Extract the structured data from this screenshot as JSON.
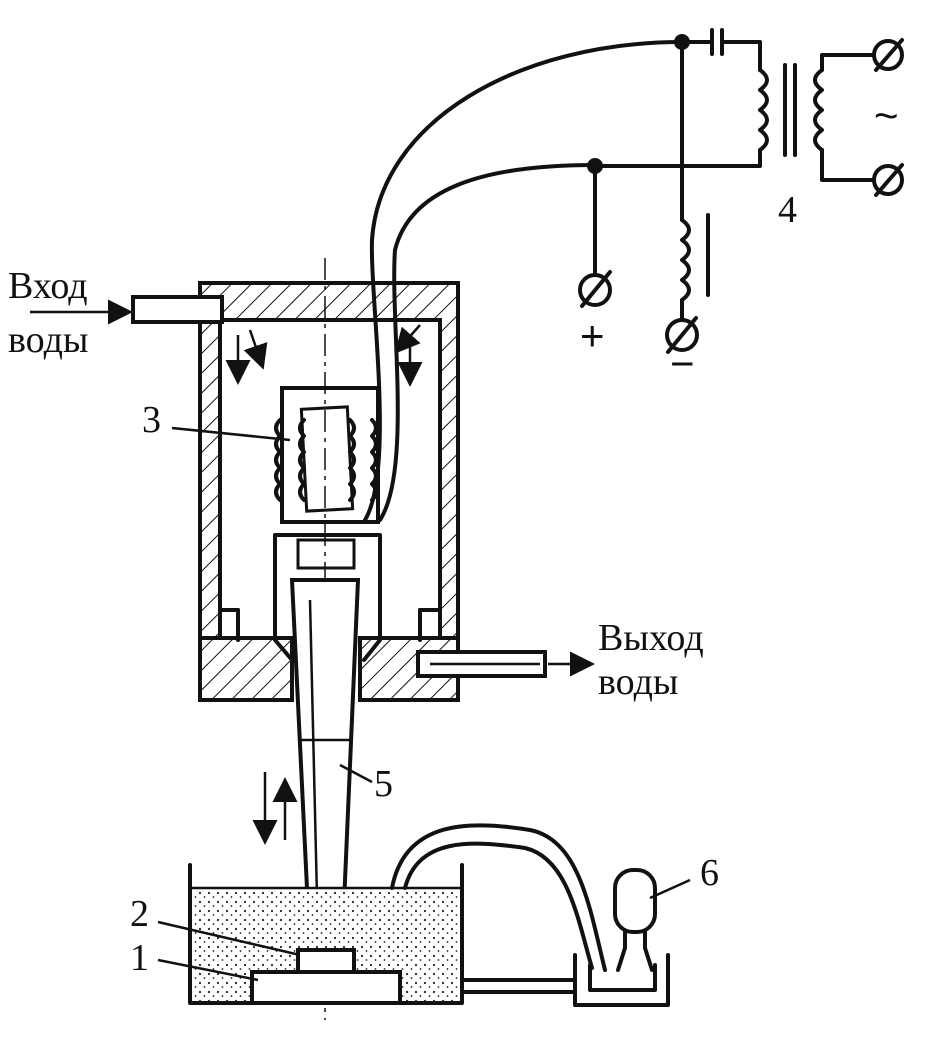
{
  "labels": {
    "water_in_line1": "Вход",
    "water_in_line2": "воды",
    "water_out_line1": "Выход",
    "water_out_line2": "воды"
  },
  "part_numbers": {
    "p1": "1",
    "p2": "2",
    "p3": "3",
    "p4": "4",
    "p5": "5",
    "p6": "6"
  },
  "symbols": {
    "plus": "+",
    "minus": "−",
    "ac": "~"
  }
}
